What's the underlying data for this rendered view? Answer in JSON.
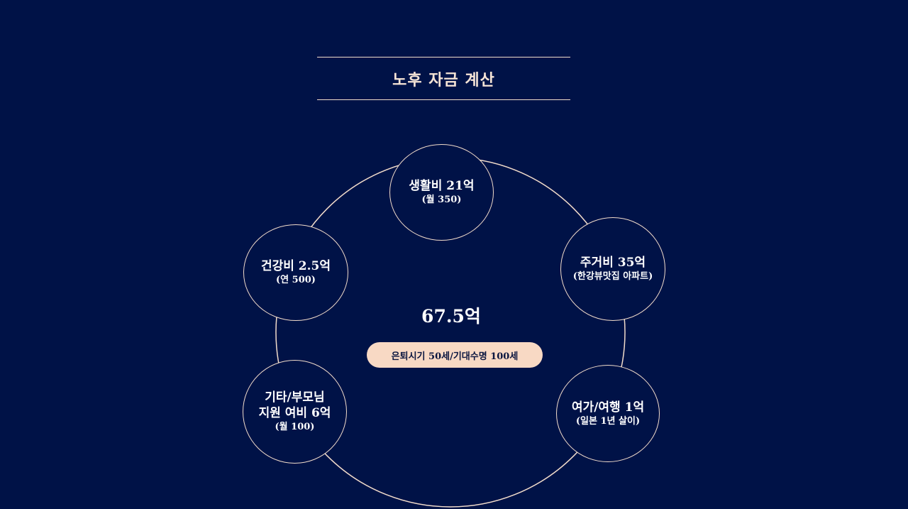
{
  "title": "노후 자금 계산",
  "total": "67.5억",
  "note": "은퇴시기 50세/기대수명 100세",
  "nodes": {
    "living": {
      "main": "생활비 21억",
      "sub": "(월 350)"
    },
    "housing": {
      "main": "주거비 35억",
      "sub": "(한강뷰맛집 아파트)"
    },
    "leisure": {
      "main": "여가/여행 1억",
      "sub": "(일본 1년 살이)"
    },
    "other": {
      "main": "기타/부모님\n지원 여비 6억",
      "sub": "(월 100)"
    },
    "health": {
      "main": "건강비 2.5억",
      "sub": "(연 500)"
    }
  },
  "colors": {
    "background": "#001247",
    "line": "#f2dccb",
    "pill": "#f8d9c4",
    "title": "#f6e4d6"
  }
}
